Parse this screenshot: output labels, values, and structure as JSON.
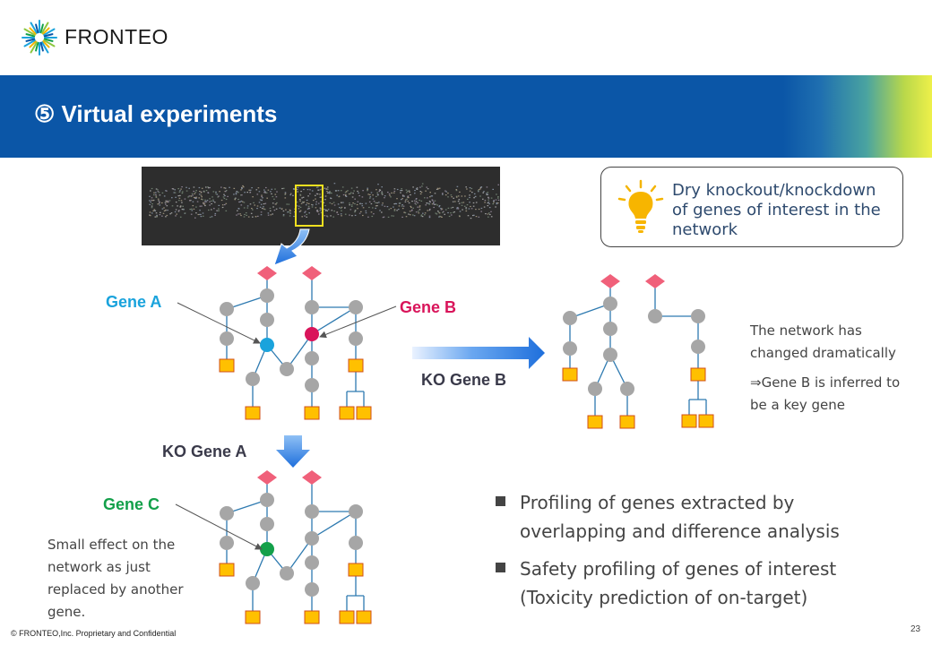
{
  "brand": {
    "name": "FRONTEO"
  },
  "header": {
    "title": "⑤ Virtual experiments"
  },
  "callout": {
    "text": "Dry knockout/knockdown of genes of interest in the network"
  },
  "labels": {
    "gene_a": "Gene A",
    "gene_b": "Gene B",
    "gene_c": "Gene C",
    "ko_gene_b": "KO Gene B",
    "ko_gene_a": "KO Gene A"
  },
  "notes": {
    "network_changed_1": "The network has changed dramatically",
    "network_changed_2": "⇒Gene B is inferred to be a key gene",
    "small_effect": "Small effect on the network as just replaced by another gene."
  },
  "bullets": [
    "Profiling of genes extracted by overlapping and difference analysis",
    "Safety profiling of genes of interest (Toxicity prediction of on-target)"
  ],
  "footer": {
    "copyright": "© FRONTEO,Inc.  Proprietary and Confidential",
    "page": "23"
  },
  "colors": {
    "banner": "#0b56a7",
    "gene_a": "#1aa3dc",
    "gene_b": "#d9145a",
    "gene_c": "#13a04a",
    "node": "#a6a6a6",
    "edge": "#2e7ab0",
    "diamond": "#f0607a",
    "square": "#ffc000",
    "arrow": "#1e6fdc"
  },
  "icons": [
    "fronteo-logo-icon",
    "lightbulb-icon",
    "arrow-down-icon",
    "arrow-right-icon"
  ]
}
